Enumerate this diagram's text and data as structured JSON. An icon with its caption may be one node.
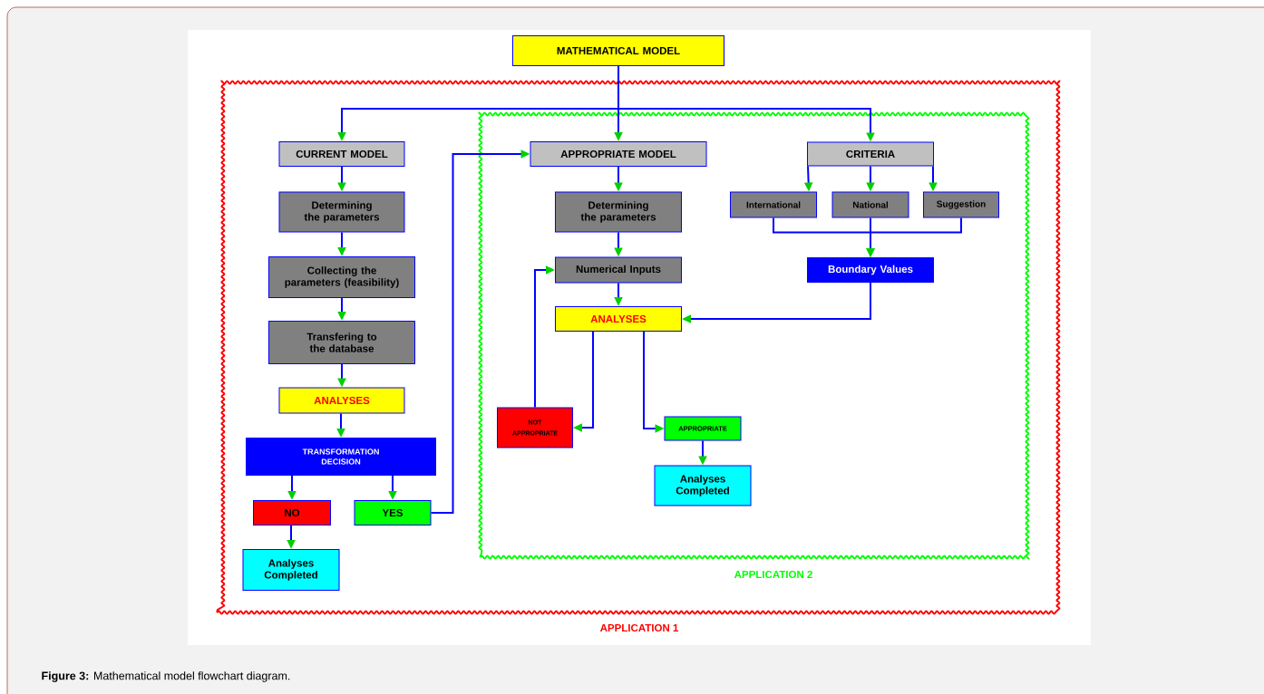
{
  "diagram": {
    "caption": "**Figure 3:** Mathematical model flowchart diagram.",
    "nodes": [
      {
        "text": [
          "MATHEMATICAL MODEL"
        ]
      },
      {
        "text": [
          "APPLICATION 1"
        ]
      },
      {
        "text": [
          "CURRENT MODEL"
        ],
        "in": 1
      },
      {
        "text": [
          "Determining the parameters"
        ],
        "in": 1
      },
      {
        "text": [
          "Collecting the parameters (feasibility)"
        ],
        "in": 1
      },
      {
        "text": [
          "Transfering to the database"
        ],
        "in": 1
      },
      {
        "text": [
          "ANALYSES"
        ],
        "in": 1
      },
      {
        "text": [
          "TRANSFORMATION DECISION"
        ],
        "in": 1
      },
      {
        "text": [
          "NO"
        ],
        "in": 1
      },
      {
        "text": [
          "YES"
        ],
        "in": 1
      },
      {
        "text": [
          "Analyses Completed"
        ],
        "in": 1
      },
      {
        "text": [
          "APPLICATION 2"
        ],
        "in": 1
      },
      {
        "text": [
          "APPROPRIATE MODEL"
        ],
        "in": 11
      },
      {
        "text": [
          "Determining the parameters"
        ],
        "in": 11
      },
      {
        "text": [
          "Numerical Inputs"
        ],
        "in": 11
      },
      {
        "text": [
          "ANALYSES"
        ],
        "in": 11
      },
      {
        "text": [
          "NOT APPROPRIATE"
        ],
        "in": 11
      },
      {
        "text": [
          "APPROPRIATE"
        ],
        "in": 11
      },
      {
        "text": [
          "Analyses Completed"
        ],
        "in": 11
      },
      {
        "text": [
          "CRITERIA"
        ],
        "in": 11
      },
      {
        "text": [
          "International"
        ],
        "in": 11
      },
      {
        "text": [
          "National"
        ],
        "in": 11
      },
      {
        "text": [
          "Suggestion"
        ],
        "in": 11
      },
      {
        "text": [
          "Boundary Values"
        ],
        "in": 11
      }
    ],
    "edges": [
      {
        "from": 0,
        "to": 2,
        "arrow": "to"
      },
      {
        "from": 0,
        "to": 12,
        "arrow": "to"
      },
      {
        "from": 0,
        "to": 19,
        "arrow": "to"
      },
      {
        "from": 2,
        "to": 3,
        "arrow": "to"
      },
      {
        "from": 3,
        "to": 4,
        "arrow": "to"
      },
      {
        "from": 4,
        "to": 5,
        "arrow": "to"
      },
      {
        "from": 5,
        "to": 6,
        "arrow": "to"
      },
      {
        "from": 6,
        "to": 7,
        "arrow": "to"
      },
      {
        "from": 7,
        "to": 8,
        "arrow": "to"
      },
      {
        "from": 7,
        "to": 9,
        "arrow": "to"
      },
      {
        "from": 8,
        "to": 10,
        "arrow": "to"
      },
      {
        "from": 9,
        "to": 12,
        "arrow": "to"
      },
      {
        "from": 12,
        "to": 13,
        "arrow": "to"
      },
      {
        "from": 13,
        "to": 14,
        "arrow": "to"
      },
      {
        "from": 14,
        "to": 15,
        "arrow": "to"
      },
      {
        "from": 15,
        "to": 16,
        "arrow": "to"
      },
      {
        "from": 15,
        "to": 17,
        "arrow": "to"
      },
      {
        "from": 17,
        "to": 18,
        "arrow": "to"
      },
      {
        "from": 16,
        "to": 14,
        "arrow": "to"
      },
      {
        "from": 19,
        "to": 20,
        "arrow": "to"
      },
      {
        "from": 19,
        "to": 21,
        "arrow": "to"
      },
      {
        "from": 19,
        "to": 22,
        "arrow": "to"
      },
      {
        "from": 20,
        "to": 23,
        "arrow": "to"
      },
      {
        "from": 21,
        "to": 23,
        "arrow": "to"
      },
      {
        "from": 22,
        "to": 23,
        "arrow": "to"
      },
      {
        "from": 23,
        "to": 15,
        "arrow": "to"
      }
    ]
  }
}
